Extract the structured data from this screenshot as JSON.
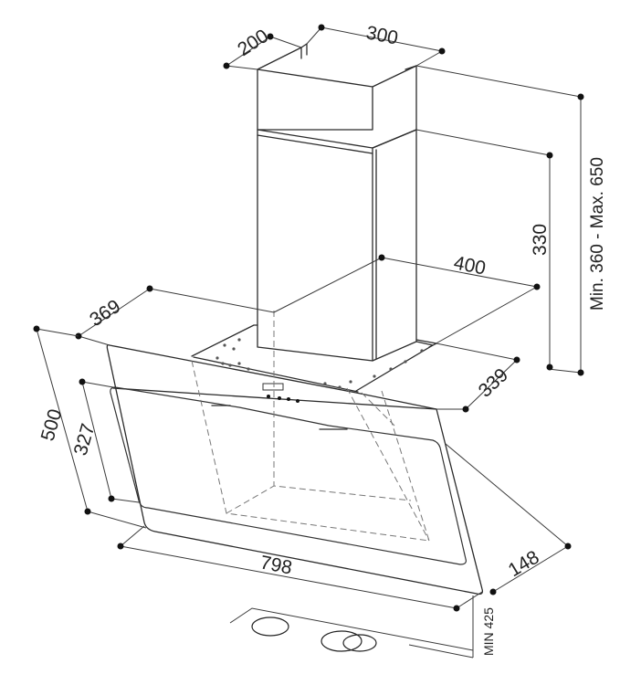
{
  "dimensions": {
    "chimney_depth": "200",
    "chimney_width": "300",
    "chimney_height": "330",
    "total_height_range": "Min. 360 - Max. 650",
    "mount_width": "400",
    "top_depth": "369",
    "base_depth": "339",
    "hood_height": "500",
    "glass_height": "327",
    "hood_width": "798",
    "hood_projection": "148",
    "min_clearance": "MIN 425"
  }
}
